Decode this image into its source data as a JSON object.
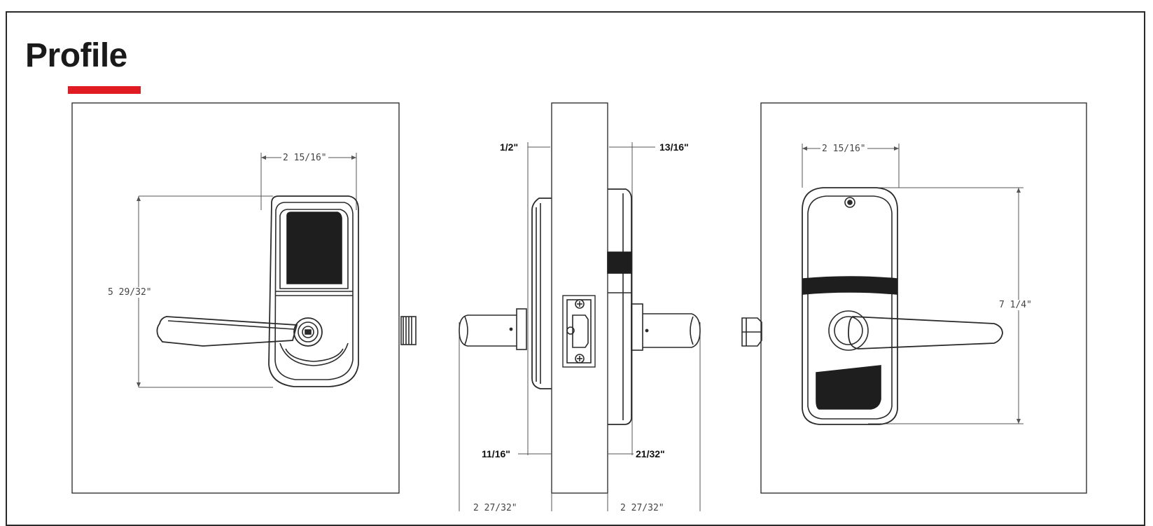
{
  "page": {
    "title": "Profile",
    "accent_color": "#e01b22"
  },
  "front_view": {
    "dim_width": "2 15/16\"",
    "dim_height": "5 29/32\""
  },
  "side_view": {
    "dim_top_left": "1/2\"",
    "dim_top_right": "13/16\"",
    "dim_bottom_left": "11/16\"",
    "dim_bottom_right": "21/32\"",
    "dim_projection_left": "2 27/32\"",
    "dim_projection_right": "2 27/32\""
  },
  "back_view": {
    "dim_width": "2 15/16\"",
    "dim_height": "7 1/4\""
  }
}
